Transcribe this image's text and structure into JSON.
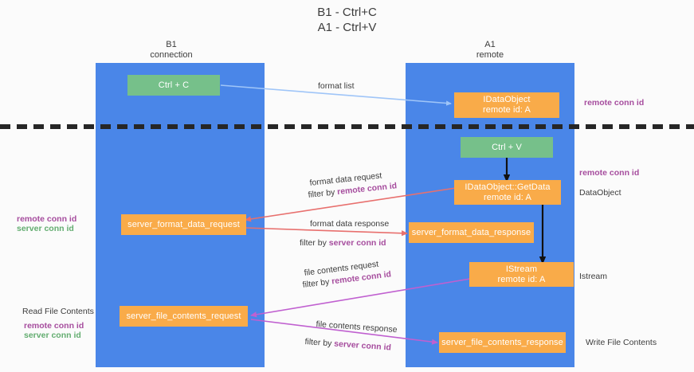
{
  "title": {
    "line1": "B1 - Ctrl+C",
    "line2": "A1 - Ctrl+V"
  },
  "columns": [
    {
      "name": "B1",
      "sub": "connection"
    },
    {
      "name": "A1",
      "sub": "remote"
    }
  ],
  "boxes": {
    "ctrl_c": "Ctrl + C",
    "idataobject_title": "IDataObject",
    "idataobject_sub": "remote id: A",
    "ctrl_v": "Ctrl + V",
    "getdata_title": "IDataObject::GetData",
    "getdata_sub": "remote id: A",
    "server_format_data_request": "server_format_data_request",
    "server_format_data_response": "server_format_data_response",
    "istream_title": "IStream",
    "istream_sub": "remote id: A",
    "server_file_contents_request": "server_file_contents_request",
    "server_file_contents_response": "server_file_contents_response"
  },
  "edge_labels": {
    "format_list": "format list",
    "format_data_request": "format data request",
    "format_data_request_filter_prefix": "filter by ",
    "format_data_request_filter_key": "remote conn id",
    "format_data_response": "format data response",
    "format_data_response_filter_prefix": "filter by ",
    "format_data_response_filter_key": "server conn id",
    "file_contents_request": "file contents request",
    "file_contents_request_filter_prefix": "filter by ",
    "file_contents_request_filter_key": "remote conn id",
    "file_contents_response": "file contents response",
    "file_contents_response_filter_prefix": "filter by ",
    "file_contents_response_filter_key": "server conn id"
  },
  "side_labels": {
    "right_remote_conn_id_top": "remote conn id",
    "right_remote_conn_id_mid": "remote conn id",
    "right_dataobject": "DataObject",
    "right_istream": "Istream",
    "right_write_file_contents": "Write File Contents",
    "left_remote_conn_id": "remote conn id",
    "left_server_conn_id": "server conn id",
    "left_read_file_contents": "Read File Contents",
    "left_remote_conn_id_2": "remote conn id",
    "left_server_conn_id_2": "server conn id"
  },
  "colors": {
    "column": "#4a86e8",
    "box_orange": "#f9ab49",
    "box_green": "#76c08a",
    "conn_purple": "#a64d9e",
    "conn_green": "#63ad70",
    "arrow_blue": "#9fc5f8",
    "arrow_red": "#e8706e",
    "arrow_magenta": "#c060d0",
    "arrow_black": "#111111",
    "divider": "#262626"
  }
}
